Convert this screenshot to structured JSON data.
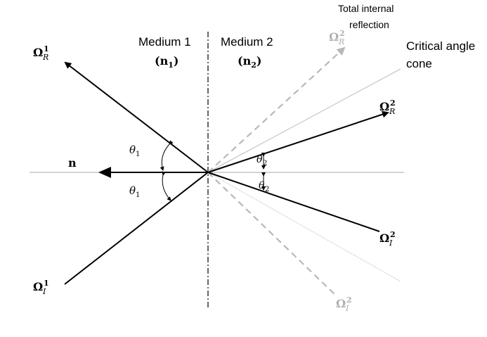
{
  "media": {
    "medium1_label": "Medium 1",
    "medium1_index": "n",
    "medium1_index_sub": "1",
    "medium2_label": "Medium 2",
    "medium2_index": "n",
    "medium2_index_sub": "2"
  },
  "annotations": {
    "tir_line1": "Total internal",
    "tir_line2": "reflection",
    "cone_line1": "Critical angle",
    "cone_line2": "cone"
  },
  "vectors": {
    "normal": "n",
    "omega": "Ω",
    "reflected_1": {
      "sub": "R",
      "sup": "1"
    },
    "incident_1": {
      "sub": "I",
      "sup": "1"
    },
    "reflected_2": {
      "sub": "R",
      "sup": "2"
    },
    "incident_2": {
      "sub": "I",
      "sup": "2"
    },
    "tir_reflected_2": {
      "sub": "R",
      "sup": "2"
    },
    "tir_incident_2": {
      "sub": "I",
      "sup": "2"
    }
  },
  "angles": {
    "theta": "θ",
    "theta1_sub": "1",
    "theta2_sub": "2"
  },
  "colors": {
    "primary": "#000000",
    "faded": "#b0b0b0",
    "axis": "#aaaaaa",
    "cone": "#c0c0c0"
  }
}
